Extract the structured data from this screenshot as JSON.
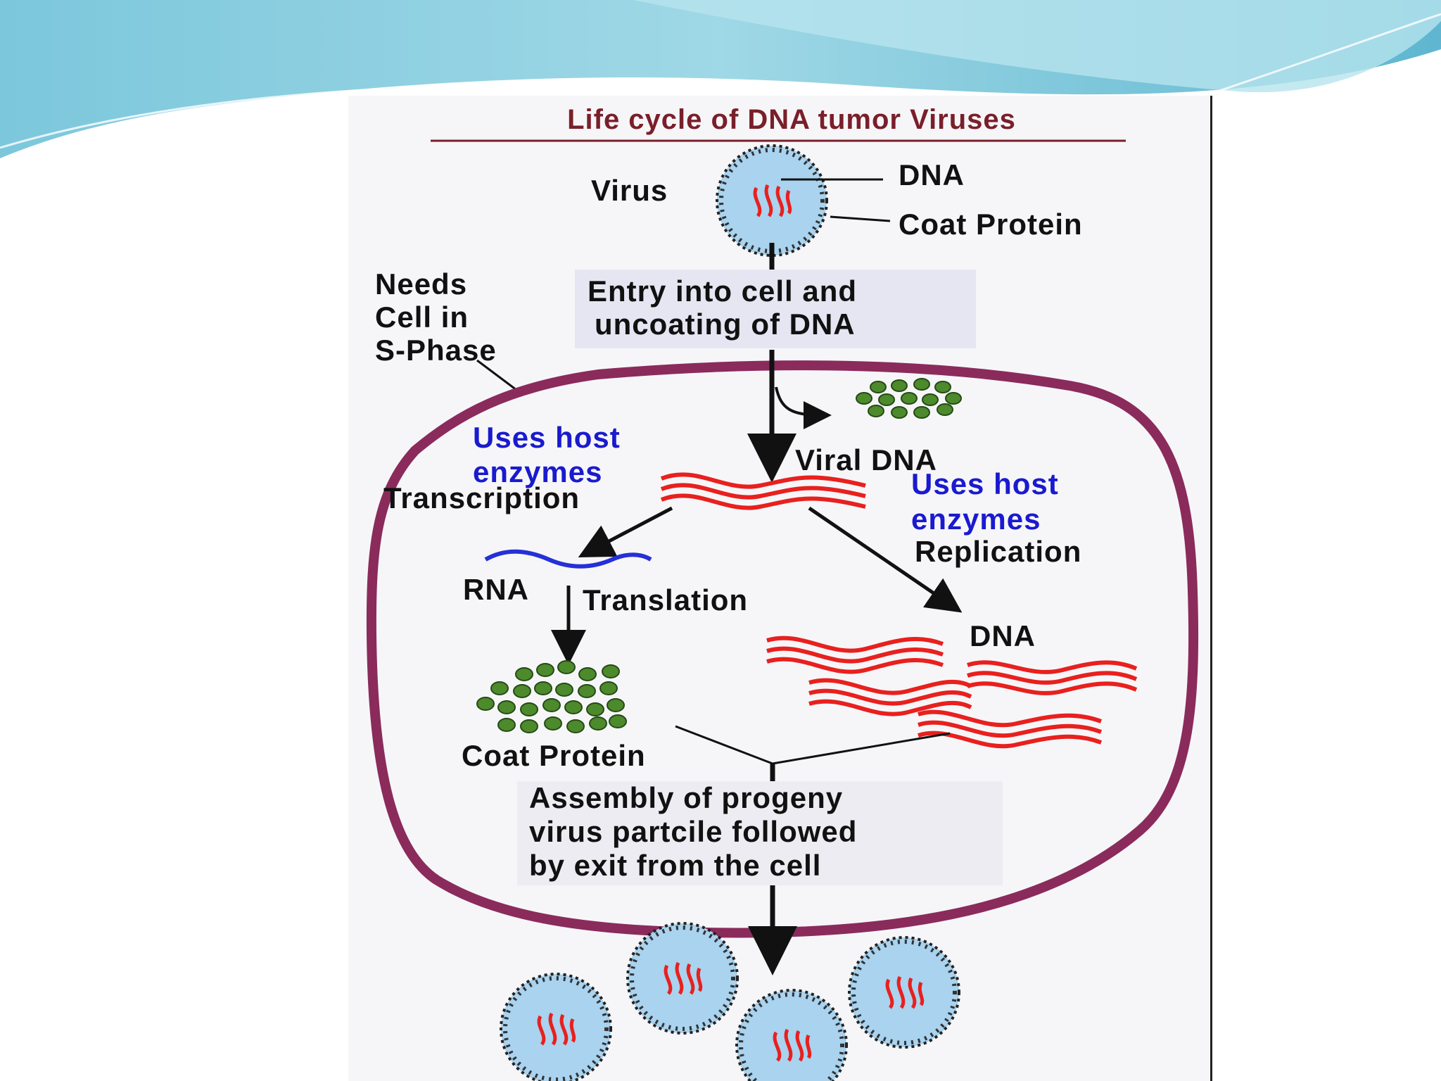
{
  "title": "Life cycle of DNA tumor Viruses",
  "labels": {
    "virus": "Virus",
    "dna_top": "DNA",
    "coat_protein_top": "Coat Protein",
    "needs_line1": "Needs",
    "needs_line2": "Cell in",
    "needs_line3": "S-Phase",
    "entry_line1": "Entry into cell and",
    "entry_line2": "uncoating of DNA",
    "uses_host_left1": "Uses host",
    "uses_host_left2": "enzymes",
    "transcription": "Transcription",
    "viral_dna": "Viral DNA",
    "uses_host_right1": "Uses host",
    "uses_host_right2": "enzymes",
    "replication": "Replication",
    "rna": "RNA",
    "translation": "Translation",
    "dna_mid": "DNA",
    "coat_protein_mid": "Coat Protein",
    "assembly_line1": "Assembly  of  progeny",
    "assembly_line2": "virus partcile followed",
    "assembly_line3": "by exit from the cell"
  },
  "colors": {
    "title": "#7a1f2a",
    "cell_membrane": "#8a2b5c",
    "dna": "#e8201e",
    "rna": "#2530d8",
    "protein": "#4c8a2c",
    "virion_fill": "#a9d3ef",
    "enzyme_text": "#1a1acf",
    "header_wave": "#6fc2d8"
  }
}
